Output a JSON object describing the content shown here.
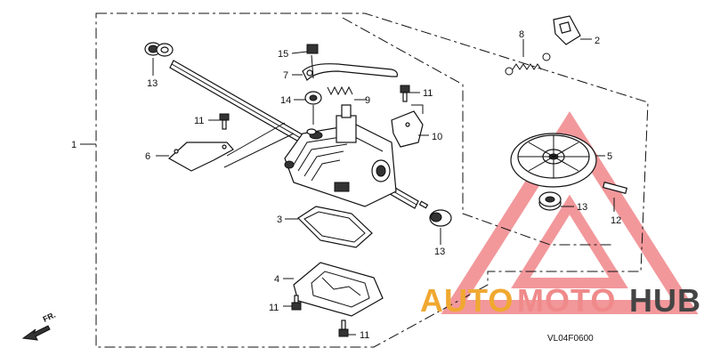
{
  "diagram": {
    "callouts": {
      "c1": "1",
      "c2": "2",
      "c3": "3",
      "c4": "4",
      "c5": "5",
      "c6": "6",
      "c7": "7",
      "c8": "8",
      "c9": "9",
      "c10": "10",
      "c11a": "11",
      "c11b": "11",
      "c11c": "11",
      "c11d": "11",
      "c12": "12",
      "c13a": "13",
      "c13b": "13",
      "c13c": "13",
      "c14": "14",
      "c15": "15"
    },
    "direction_label": "FR.",
    "figure_code": "VL04F0600"
  },
  "watermark": {
    "word_a": "AUTO",
    "word_b": "MOTO",
    "word_c": "HUB",
    "color_a": "#f0a830",
    "color_b": "#f08a8a",
    "color_c": "#444444",
    "triangle_color": "#e8454a"
  }
}
